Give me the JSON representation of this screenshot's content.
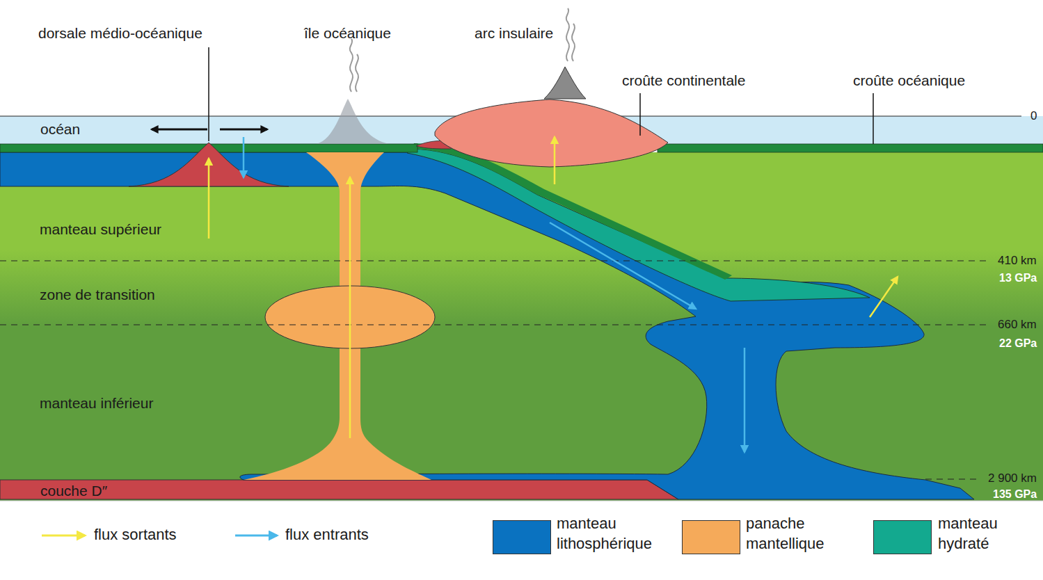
{
  "diagram": {
    "nodes": [
      {
        "text": [
          "océan"
        ]
      },
      {
        "text": [
          "manteau supérieur"
        ]
      },
      {
        "text": [
          "zone de transition"
        ]
      },
      {
        "text": [
          "manteau inférieur"
        ]
      },
      {
        "text": [
          "couche D″"
        ]
      }
    ],
    "labels": [
      "dorsale médio-océanique",
      "île océanique",
      "arc insulaire",
      "croûte continentale",
      "croûte océanique",
      "0",
      "410 km",
      "13 GPa",
      "660 km",
      "22 GPa",
      "2 900 km",
      "135 GPa"
    ],
    "legend": [
      {
        "text": "flux sortants"
      },
      {
        "text": "flux entrants"
      },
      {
        "text": "manteau lithosphérique",
        "color": "#0a72c0"
      },
      {
        "text": "panache mantellique",
        "color": "#f5aa5a"
      },
      {
        "text": "manteau hydraté",
        "color": "#13a98f"
      }
    ]
  }
}
